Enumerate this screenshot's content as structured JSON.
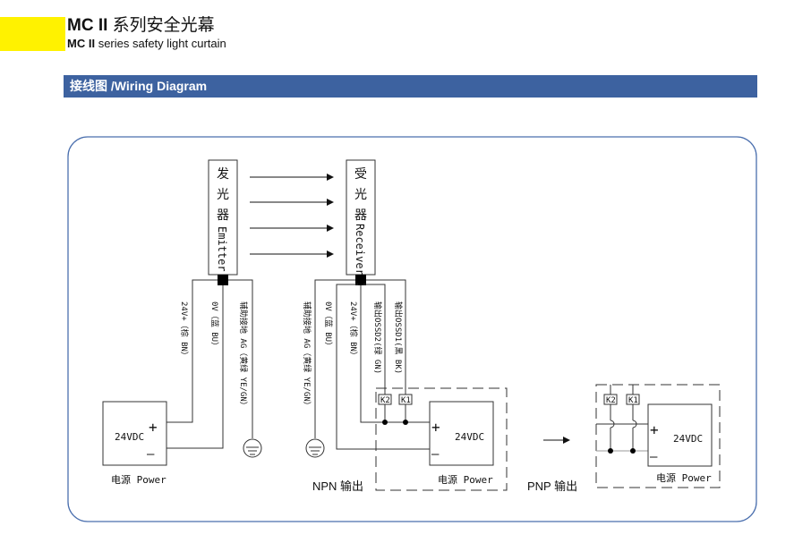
{
  "header": {
    "title_prefix": "MC II",
    "title_cn": "系列安全光幕",
    "subtitle_prefix": "MC II",
    "subtitle_rest": "series safety light curtain",
    "accent_color": "#fff200"
  },
  "section": {
    "title": "接线图 /Wiring Diagram",
    "bar_color": "#3d62a0"
  },
  "diagram": {
    "emitter_label_cn": [
      "发",
      "光",
      "器"
    ],
    "emitter_label_en": "Emitter",
    "receiver_label_cn": [
      "受",
      "光",
      "器"
    ],
    "receiver_label_en": "Receiver",
    "emitter_wires": [
      "24V+（棕 BN）",
      "0V（蓝 BU）",
      "辅助接地 AG（黄绿 YE/GN）"
    ],
    "receiver_wires": [
      "辅助接地 AG（黄绿 YE/GN）",
      "0V（蓝 BU）",
      "24V+（棕 BN）",
      "输出OSSD2(绿 GN)",
      "输出OSSD1(黑 BK)"
    ],
    "relays": [
      "K2",
      "K1"
    ],
    "power_voltage": "24VDC",
    "power_label": "电源 Power",
    "plus_symbol": "+",
    "minus_symbol": "—",
    "npn_label": "NPN 输出",
    "pnp_label": "PNP 输出",
    "frame_color": "#4a6fae"
  }
}
